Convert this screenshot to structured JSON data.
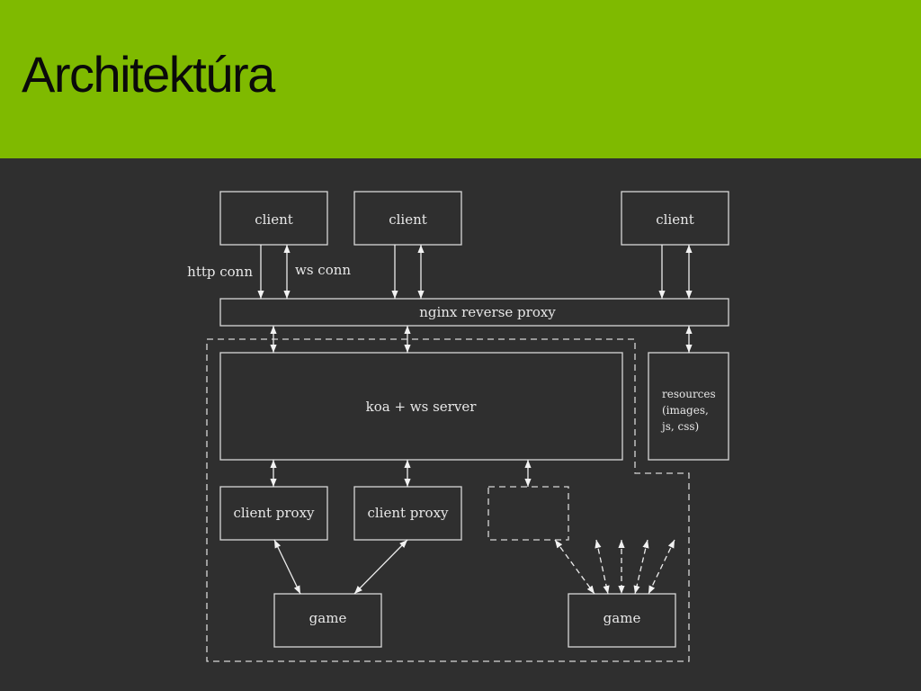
{
  "slide": {
    "title": "Architektúra",
    "header_color": "#7fba00",
    "background_color": "#2f2f2f"
  },
  "diagram": {
    "clients": [
      "client",
      "client",
      "client"
    ],
    "http_conn_label": "http conn",
    "ws_conn_label": "ws conn",
    "proxy_label": "nginx reverse proxy",
    "server_label": "koa + ws server",
    "resources_lines": [
      "resources",
      "(images,",
      "js, css)"
    ],
    "client_proxies": [
      "client proxy",
      "client proxy"
    ],
    "games": [
      "game",
      "game"
    ]
  }
}
